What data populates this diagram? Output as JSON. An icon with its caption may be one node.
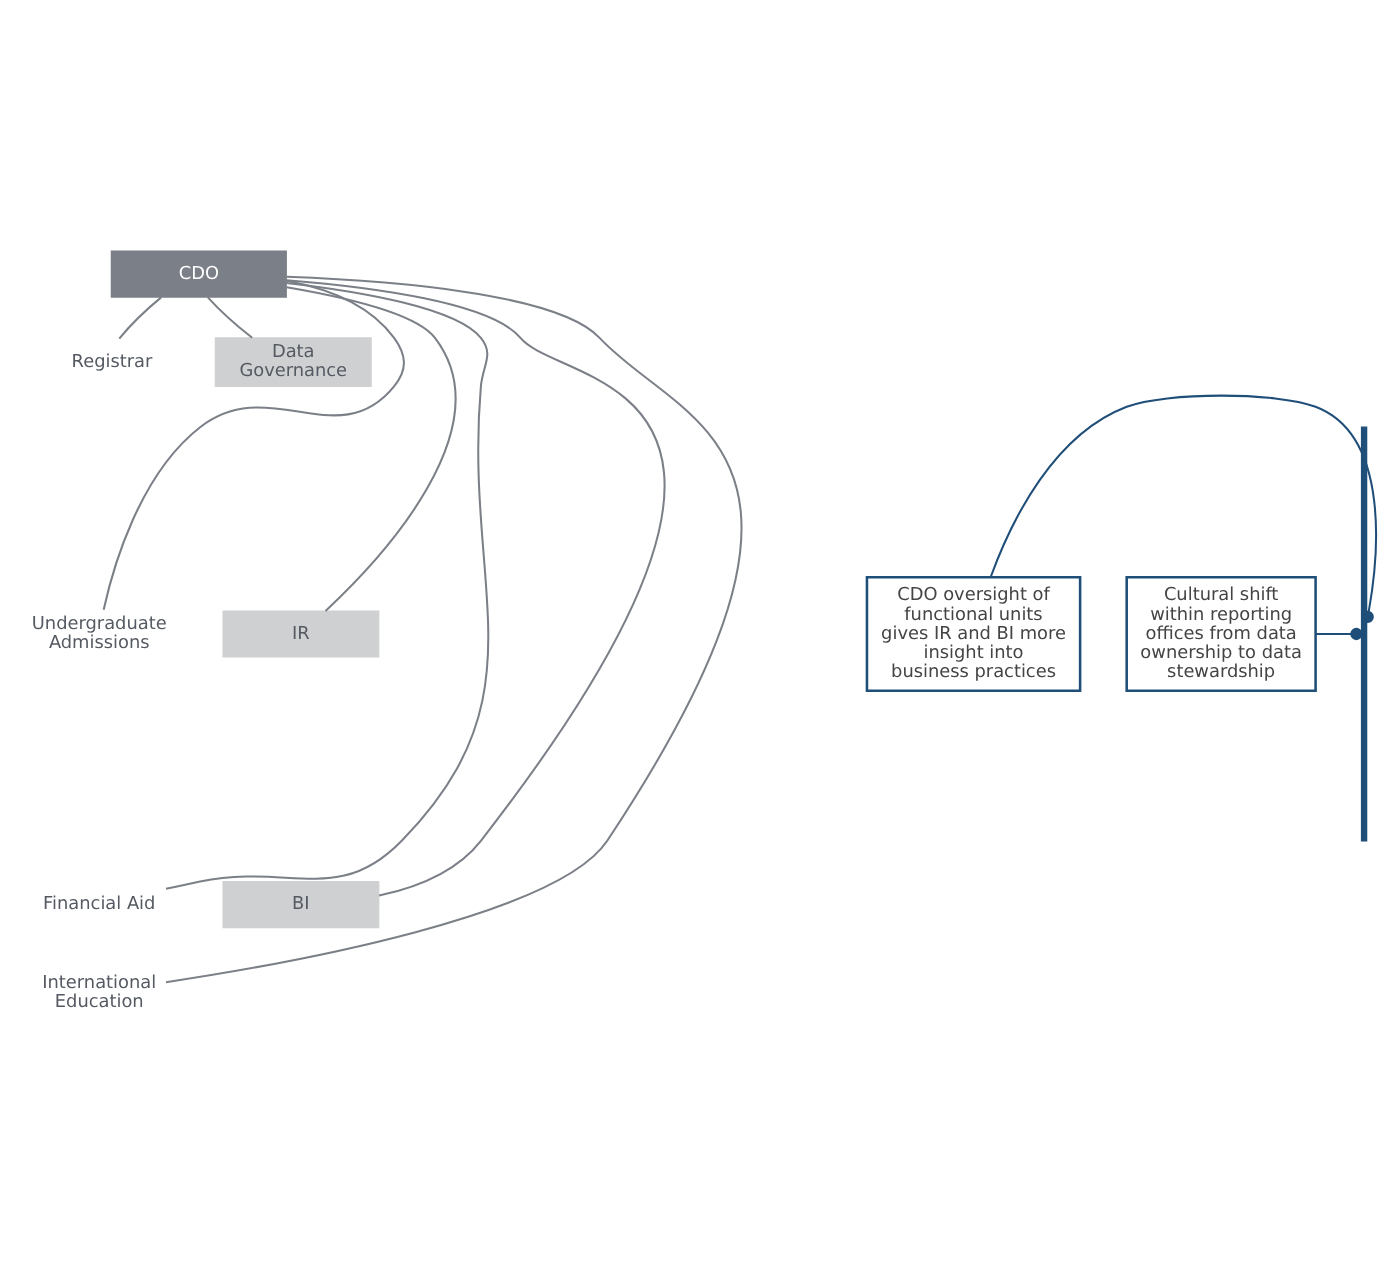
{
  "diagram": {
    "nodes": [
      {
        "text": [
          "CDO"
        ]
      },
      {
        "text": [
          "Registrar"
        ]
      },
      {
        "text": [
          "Data Governance"
        ]
      },
      {
        "text": [
          "Undergraduate Admissions"
        ]
      },
      {
        "text": [
          "IR"
        ]
      },
      {
        "text": [
          "Financial Aid"
        ]
      },
      {
        "text": [
          "BI"
        ]
      },
      {
        "text": [
          "International Education"
        ]
      },
      {
        "text": [
          "CDO oversight of functional units gives IR and BI more insight into business practices"
        ]
      },
      {
        "text": [
          "Cultural shift within reporting offices from data ownership to data stewardship"
        ]
      },
      {
        "text": [],
        "shape": "bar"
      }
    ],
    "edges": [
      {
        "from": 0,
        "to": 1,
        "arrow": "none"
      },
      {
        "from": 0,
        "to": 2,
        "arrow": "none"
      },
      {
        "from": 0,
        "to": 3,
        "arrow": "none"
      },
      {
        "from": 0,
        "to": 4,
        "arrow": "none"
      },
      {
        "from": 0,
        "to": 5,
        "arrow": "none"
      },
      {
        "from": 0,
        "to": 6,
        "arrow": "none"
      },
      {
        "from": 0,
        "to": 7,
        "arrow": "none"
      },
      {
        "from": 8,
        "to": 10,
        "arrow": "other",
        "color": "#1f4e79"
      },
      {
        "from": 9,
        "to": 10,
        "arrow": "other",
        "color": "#1f4e79"
      }
    ]
  }
}
